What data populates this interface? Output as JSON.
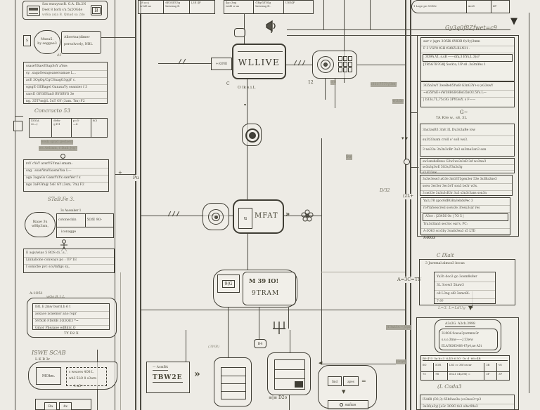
{
  "colors": {
    "paper": "#edebe5",
    "ink": "#3f3d34",
    "faint": "#aaa79b"
  },
  "left": {
    "top_box": {
      "l1": "Sas ensuyvacR. G.A. Eh.2N",
      "l2": "Deet 8 bork s'a 5x2OGde",
      "l3": "w/6ia axia B. Qmad sa 2do",
      "tag": "B"
    },
    "module1": {
      "blob1": "Mxea5.",
      "blob2": "by seggae3",
      "rect1": "Albertsa(dimer",
      "rect2": "persolvorly, NBL",
      "side_tag": "S",
      "mark": "d5"
    },
    "panel_c": {
      "rows": [
        "ssaseYSawYSapSsY aYse:",
        "sy. .sagaGesagoanersamae L...",
        "acE 3OgOg/CgCSnagG3ggY c.",
        "sgsgE GEBagel GanzsaYy seamier f 3",
        "sarcE GYGEYanS BYGBYG 3e",
        "ng. 35T?m@L 5uT GY (3am. Tm) F2"
      ]
    },
    "script1": "Concracto 53",
    "table_d": {
      "c1a": "XGOA",
      "c1b": "3r—)",
      "c2a": "defw",
      "c2b": "g H1",
      "c3a": "p=5·",
      "c3b": "—4",
      "c4a": "8(3",
      "c4b": ""
    },
    "note1": {
      "l1": "weik spyd gedaer)",
      "l2": "ws Aelixm, f Dall Jyg?"
    },
    "panel_e": {
      "rows": [
        "rsY cYoY arerYSYmal smam:",
        "sag. .ssanYnaYaasnsYaa L—",
        "aga 3agaGx GanzYxYx samYer f x",
        "ngs 3aFGYa@ 5sE GY (3sm, 7m) F2"
      ]
    },
    "script2": "STaB.Fe 3.",
    "module2": {
      "blob1": "Ikaae 3u",
      "blob2": "wBlp3xm,",
      "header": "3s Aassaker 1",
      "c1": "cotonechin",
      "c2": "5OfE 9O-",
      "c3": "iconagge"
    },
    "panel_g": {
      "rows": [
        "E asjs/wias 5 BOS di ,.s...",
        "Linhabone conways po : UP 1E",
        "I sonicbe pvc scs/mfigs sy,,"
      ]
    },
    "label_a1051": "A-1O51",
    "label_wgo": "wGo.B.1.L",
    "panel_h": {
      "rows": [
        "IBL E Jmw bwrd.b 6 t",
        "aoxace xoxemor ano ropr",
        "S95O6 FIS0lB 3O3OE3 *~",
        "Gmor Pheaxoe edBhrc.O"
      ],
      "foot": "TY D2 X"
    },
    "script3": "ISWE SCAB",
    "label_lkb": "L K B 3r",
    "module3": {
      "motor": "MOtm.",
      "d1": "s weaves 4O8 L",
      "d2": "wh3 5LO 8 o3wm",
      "mark": "4 a5="
    },
    "bottom": {
      "c1": "Ba",
      "c2": "4x"
    }
  },
  "center": {
    "k1": {
      "r1a": "38 a=j",
      "r1b": "6E3GEY3g",
      "r1c": "L3E 4F",
      "r2a": "w1d3 as",
      "r2b": "bewrmg E.",
      "r2c": ""
    },
    "k2": {
      "r1a": "4g=3mj",
      "r1b": "GEgGEYSg",
      "r1c": "U3E4F",
      "r2a": "wid3 w as",
      "r2b": "bewrmg E:.",
      "r2c": ""
    },
    "k3": {
      "c1": "1 Loge pe 3O9Or",
      "c2": "AerS",
      "c3": "4F-"
    },
    "wline": {
      "title": "WLLIVE",
      "port": "+(ONE",
      "sub": "O Ik s.i.L",
      "tag": "C"
    },
    "m_unit": {
      "label": "12",
      "marks": "o 0"
    },
    "mfat": {
      "title": "MFAT",
      "port": "u",
      "arrow": "»"
    },
    "m39": {
      "l1": "M 39 IO!",
      "l2": "9TRAM",
      "side": "9(G"
    },
    "tbwm": {
      "header": "— AcmBA",
      "title": "TBW2E"
    },
    "tag_b4": "B4",
    "d2_label": "≡|≡ D2o",
    "pair": {
      "c1": "Imd",
      "c2": "apes",
      "eq": "=",
      "sunos": "suños"
    },
    "ann": {
      "n9o": "9o|",
      "pu": "Pu",
      "n1117": "s111777?{3m]",
      "n4l5": "4(5/5o",
      "d32": "D/32",
      "n2l": "(2L+",
      "n3aye": "(3aye",
      "n3wb": "(3WB)",
      "plus": "+",
      "busarr": "▾▾",
      "chev": "»",
      "down": "▼",
      "left": "◀",
      "bigdown": "▼",
      "downsm": "▾"
    }
  },
  "right": {
    "script_top": "Gy3q0f8Zfwet=c9",
    "panel1": {
      "rows": [
        "swr v |sgrs 3O5Bi 8Y83B f(v3y)3mm",
        "F 3 VGY8 fGH fGf8ZLBLN31 .",
        "3O9A,VI, s.sB ——sYa,3 EYs,L 3(s?",
        "[TR5G7B7G8] 5ock's; UP s8 .3s3mYes   1"
      ]
    },
    "panel1b": {
      "rows": [
        "3G5n3wY 3weBe85YwB G3nG3Y+s (sG3swY",
        "~sG5YnE+sW38BGBGBsG5nO3.5Ys.L—",
        "| b33s,7L,75c3G 3PYGwY, s F——"
      ]
    },
    "mid_mark": "G~",
    "label_ta": "TA R3e w., s8, 3L",
    "panel2": {
      "rows": [
        "3ns3asB3 3n8 3L Du3s3aBe low",
        "su3t33sam croll o' soll ws3.",
        "3 ne33e 3n3n3cBr 3u3 ss3me3an3 son"
      ]
    },
    "panel3": {
      "rows": [
        "sw3anshsBswe G3w3ws3s3sB 3sf ws3nw3",
        "se3n3q3wE 5G3s,F3n3s3g",
        "s3 F33sw"
      ]
    },
    "panel4": {
      "rows": [
        "3s3w3ese3 aG3e 3nG3T3gen3er 53e 3s3Ba3ne3",
        "ssew 3er3er 3ec3eT son3 be3r w3s.",
        "3 ne33e 3n3n3cB3r 3u3 s3n3r3ans son3n"
      ]
    },
    "panel5": {
      "rows": [
        "Ya3 j7R apoc6dBGBa3ebds9ec 3",
        "roPrafoescresl sosw3e 3resu3sar res",
        "A3ce : |23456 Oc |  7O 5 |",
        "Tra3s3lan3 sec3oc ear's, PC:",
        "A-3O63 sco3by 3oads3ea3 s5 LTD",
        "A-IO33"
      ]
    },
    "argeln": "A=3C=TN",
    "script_v": "C IXalt",
    "panel_v": {
      "head": "3 Javemal almos3 bocas",
      "rows": [
        "Ya3h doo3 go 3oom8s8er",
        "3L 3oow3 5haw3",
        "o8 L3ng el8 3emo8L",
        "7 9?"
      ]
    },
    "cursive_l": "L=3. L=LdUg",
    "arch_box": {
      "header": "A3s3G. A3ch.3998",
      "rows": [
        "3L9O6.9oeoe3ywmmw3r",
        "s.s.o.3mw——J 53ww",
        "ELA'BO85408 47p4,ne A3t"
      ]
    },
    "bracket": "]T3ul3s.=]3pt",
    "table_w": {
      "header": "B9 4?3  5y b=3  6,4O:6 5O  Oc d  66=4B",
      "r1": [
        "6O",
        "5OR",
        "L83 cc 36f oscar",
        "3B",
        "v8"
      ],
      "r2": [
        "75",
        "7B",
        "65L1 54|296| =",
        "3F",
        "3F"
      ]
    },
    "cursive_c": "(L Cada3",
    "box_x": {
      "rows": [
        "I5A68 (D3,3) 65h6we3e (co3ses3=p3",
        "3e36(u3y) [o3c 3O9O fo3 o9sc99e3"
      ]
    }
  }
}
